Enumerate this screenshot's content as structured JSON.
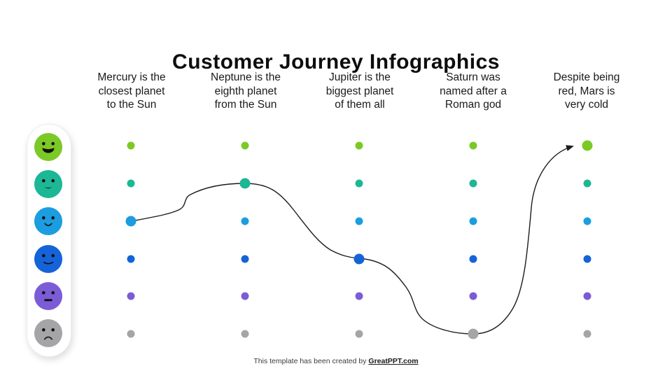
{
  "slide": {
    "title": "Customer Journey Infographics"
  },
  "columns": [
    {
      "lines": [
        "Mercury is the",
        "closest planet",
        "to the Sun"
      ]
    },
    {
      "lines": [
        "Neptune is the",
        "eighth planet",
        "from the Sun"
      ]
    },
    {
      "lines": [
        "Jupiter is the",
        "biggest planet",
        "of them all"
      ]
    },
    {
      "lines": [
        "Saturn was",
        "named after a",
        "Roman god"
      ]
    },
    {
      "lines": [
        "Despite being",
        "red, Mars is",
        "very cold"
      ]
    }
  ],
  "sidebar": {
    "faces": [
      {
        "mood": "very-happy",
        "color": "#7BC926"
      },
      {
        "mood": "happy",
        "color": "#1CB795"
      },
      {
        "mood": "pleased",
        "color": "#1B9DE0"
      },
      {
        "mood": "content",
        "color": "#1463D9"
      },
      {
        "mood": "neutral",
        "color": "#7B5CD6"
      },
      {
        "mood": "sad",
        "color": "#A5A5A8"
      }
    ]
  },
  "grid": {
    "columns": 5,
    "row_colors": [
      "#7BC926",
      "#1CB795",
      "#1B9DE0",
      "#1463D9",
      "#7B5CD6",
      "#A5A5A8"
    ]
  },
  "journey": {
    "line_color": "#1c1c1c",
    "stops": [
      {
        "column": 1,
        "row": 3
      },
      {
        "column": 2,
        "row": 2
      },
      {
        "column": 3,
        "row": 4
      },
      {
        "column": 4,
        "row": 6
      },
      {
        "column": 5,
        "row": 1
      }
    ]
  },
  "footer": {
    "text": "This template has been created by ",
    "link": "GreatPPT.com"
  }
}
